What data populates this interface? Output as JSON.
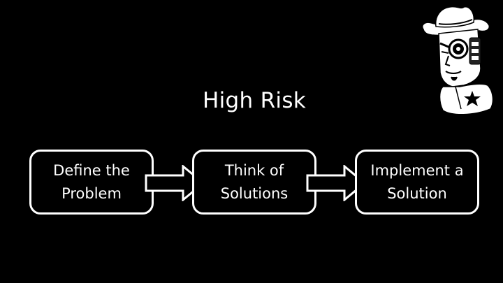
{
  "slide": {
    "title": "High Risk"
  },
  "flow": {
    "steps": [
      {
        "label": "Define the\nProblem"
      },
      {
        "label": "Think of\nSolutions"
      },
      {
        "label": "Implement a\nSolution"
      }
    ]
  },
  "icons": {
    "mascot": "cowboy-robot-mascot-icon",
    "arrow": "right-arrow-icon"
  },
  "colors": {
    "background": "#000000",
    "foreground": "#ffffff"
  }
}
